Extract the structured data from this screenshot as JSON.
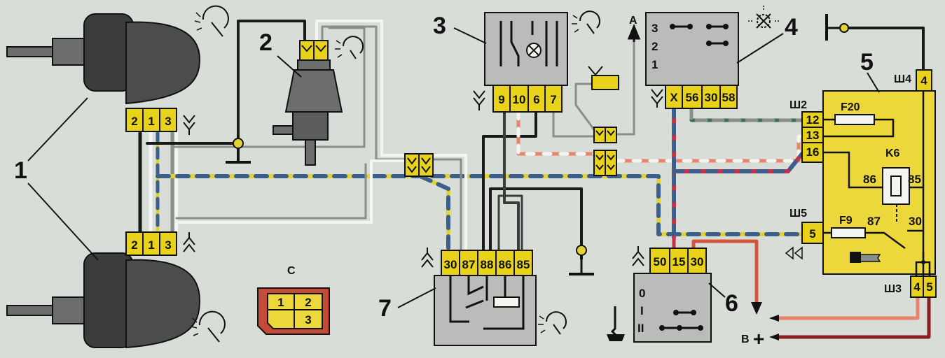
{
  "callouts": {
    "motors": "1",
    "washer_pump": "2",
    "wiper_switch": "3",
    "light_switch": "4",
    "mounting_block": "5",
    "ignition_switch": "6",
    "wiper_relay": "7",
    "view_c": "С"
  },
  "motor_top_pins": [
    "2",
    "1",
    "3"
  ],
  "motor_bottom_pins": [
    "2",
    "1",
    "3"
  ],
  "pump_pins": [
    "",
    ""
  ],
  "switch3_pins": [
    "9",
    "10",
    "6",
    "7"
  ],
  "switch4_positions": [
    "3",
    "2",
    "1"
  ],
  "switch4_pins": [
    "X",
    "56",
    "30",
    "58"
  ],
  "relay7_pins": [
    "30",
    "87",
    "88",
    "86",
    "85"
  ],
  "ignition6_pins": [
    "50",
    "15",
    "30"
  ],
  "ignition6_positions": [
    "0",
    "I",
    "II"
  ],
  "block5": {
    "connectors": [
      "Ш2",
      "Ш4",
      "Ш5",
      "Ш3"
    ],
    "sh2_pins": [
      "12",
      "13",
      "16"
    ],
    "sh4_pin": "4",
    "sh5_pin": "5",
    "sh3_pins": [
      "4",
      "5"
    ],
    "fuse_top": "F20",
    "fuse_bottom": "F9",
    "relay_name": "K6",
    "relay_pins": [
      "86",
      "85",
      "87",
      "30"
    ]
  },
  "connector_c": [
    "1",
    "2",
    "3"
  ],
  "arrow_a": "A",
  "arrow_b": "B",
  "plus": "+",
  "colors": {
    "pin_fill": "#e8d31a",
    "device_body": "#b9bcb8",
    "motor_body": "#3a3d3b",
    "wire_black": "#1a1a1a",
    "wire_gray": "#8a8e8b",
    "wire_white": "#f4f4f0",
    "wire_yellow": "#e3d234",
    "wire_blue": "#3b5f8c",
    "wire_red": "#c8304a",
    "wire_pink": "#e8836c",
    "wire_orange_red": "#d4553d",
    "wire_dark_red": "#8a1f22",
    "wire_green": "#3d6e55",
    "block_fill": "#ecd83a"
  },
  "icons": [
    "wiper-icon",
    "washer-icon",
    "lamp-icon",
    "lamp-off-icon",
    "ground-icon",
    "key-icon",
    "arrow-icon"
  ]
}
